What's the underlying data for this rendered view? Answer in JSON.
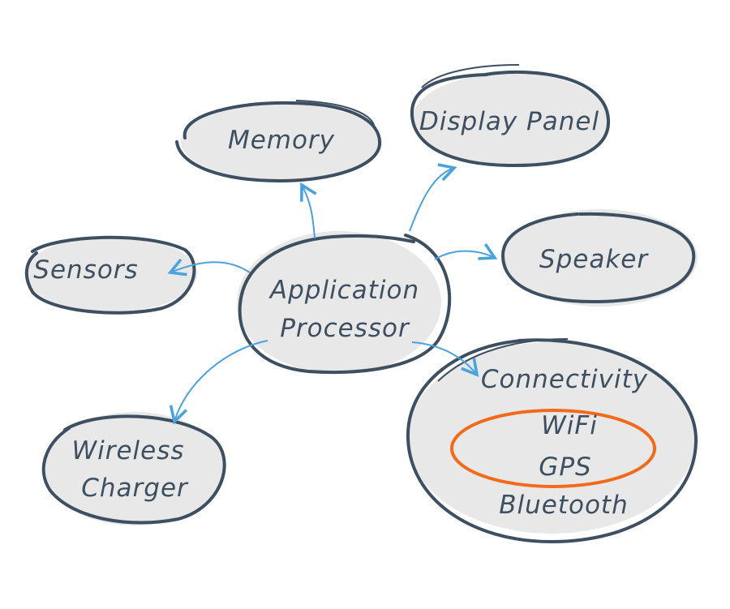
{
  "nodes": {
    "memory": "Memory",
    "display_panel": "Display Panel",
    "sensors": "Sensors",
    "speaker": "Speaker",
    "application_processor": [
      "Application",
      "Processor"
    ],
    "wireless_charger": [
      "Wireless",
      "Charger"
    ],
    "connectivity": "Connectivity",
    "wifi": "WiFi",
    "gps": "GPS",
    "bluetooth": "Bluetooth"
  },
  "colors": {
    "node_fill": "#e8e8e8",
    "node_outline": "#3d4f60",
    "arrow": "#4aa3dd",
    "highlight": "#f26b1d",
    "text": "#3d4f60"
  }
}
